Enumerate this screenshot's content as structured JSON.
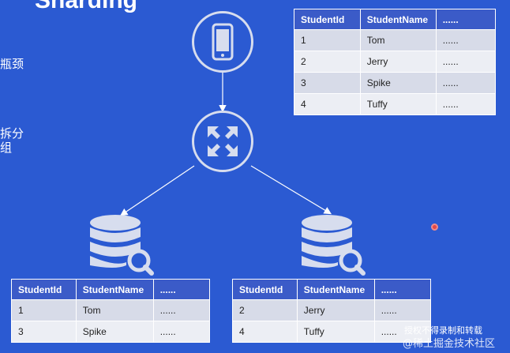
{
  "title_partial": "Sharding",
  "left_fragments": [
    "瓶颈",
    "拆分",
    "组"
  ],
  "tables": {
    "source": {
      "columns": [
        "StudentId",
        "StudentName",
        "......"
      ],
      "rows": [
        [
          "1",
          "Tom",
          "......"
        ],
        [
          "2",
          "Jerry",
          "......"
        ],
        [
          "3",
          "Spike",
          "......"
        ],
        [
          "4",
          "Tuffy",
          "......"
        ]
      ]
    },
    "shard_left": {
      "columns": [
        "StudentId",
        "StudentName",
        "......"
      ],
      "rows": [
        [
          "1",
          "Tom",
          "......"
        ],
        [
          "3",
          "Spike",
          "......"
        ]
      ]
    },
    "shard_right": {
      "columns": [
        "StudentId",
        "StudentName",
        "......"
      ],
      "rows": [
        [
          "2",
          "Jerry",
          "......"
        ],
        [
          "4",
          "Tuffy",
          "......"
        ]
      ]
    }
  },
  "watermark": {
    "line1": "授权不得录制和转载",
    "line2": "@稀土掘金技术社区"
  },
  "colors": {
    "background": "#2b5ad2",
    "header": "#3b5bc8",
    "row_dark": "#d7dbe8",
    "row_light": "#eceef4",
    "icon_stroke": "#d7ddee",
    "accent_dot": "#e04848"
  }
}
